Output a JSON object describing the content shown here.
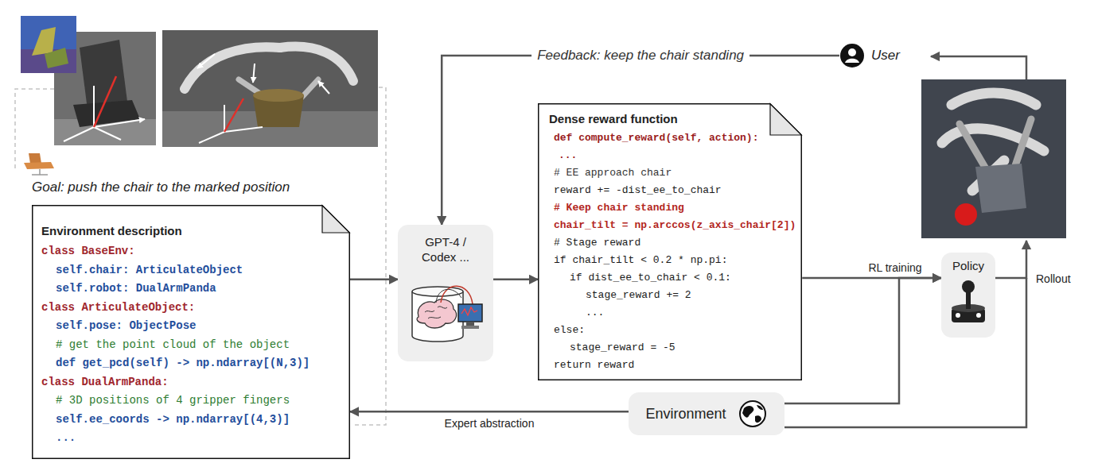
{
  "diagram": {
    "nodes": [
      {
        "text": [
          "Environment description",
          "class BaseEnv:",
          "self.chair: ArticulateObject",
          "self.robot: DualArmPanda",
          "class ArticulateObject:",
          "self.pose: ObjectPose",
          "# get the point cloud of the object",
          "def get_pcd(self) -> np.ndarray[(N,3)]",
          "class DualArmPanda:",
          "# 3D positions of 4 gripper fingers",
          "self.ee_coords -> np.ndarray[(4,3)]",
          "..."
        ]
      },
      {
        "text": [
          "GPT-4 / Codex ..."
        ]
      },
      {
        "text": [
          "Dense reward function",
          "def compute_reward(self, action):",
          "...",
          "# EE approach chair",
          "reward += -dist_ee_to_chair",
          "# Keep chair standing",
          "chair_tilt = np.arccos(z_axis_chair[2])",
          "# Stage reward",
          "if chair_tilt < 0.2 * np.pi:",
          "if dist_ee_to_chair < 0.1:",
          "stage_reward += 2",
          "...",
          "else:",
          "stage_reward = -5",
          "return reward"
        ]
      },
      {
        "text": [
          "User"
        ]
      },
      {
        "text": [
          "Policy"
        ]
      },
      {
        "text": [
          "Environment"
        ]
      }
    ],
    "edges": [
      {
        "from": 0,
        "to": 1,
        "arrow": "to"
      },
      {
        "from": 1,
        "to": 2,
        "arrow": "to"
      },
      {
        "from": 2,
        "to": 4,
        "label": "RL training",
        "arrow": "to"
      },
      {
        "from": 5,
        "to": 4,
        "arrow": "to"
      },
      {
        "from": 5,
        "to": 0,
        "label": "Expert abstraction",
        "arrow": "to"
      },
      {
        "from": 3,
        "to": 1,
        "label": "Feedback: keep the chair standing",
        "arrow": "to"
      }
    ],
    "labels": [
      "Goal: push the chair to the marked position",
      "Rollout"
    ]
  }
}
